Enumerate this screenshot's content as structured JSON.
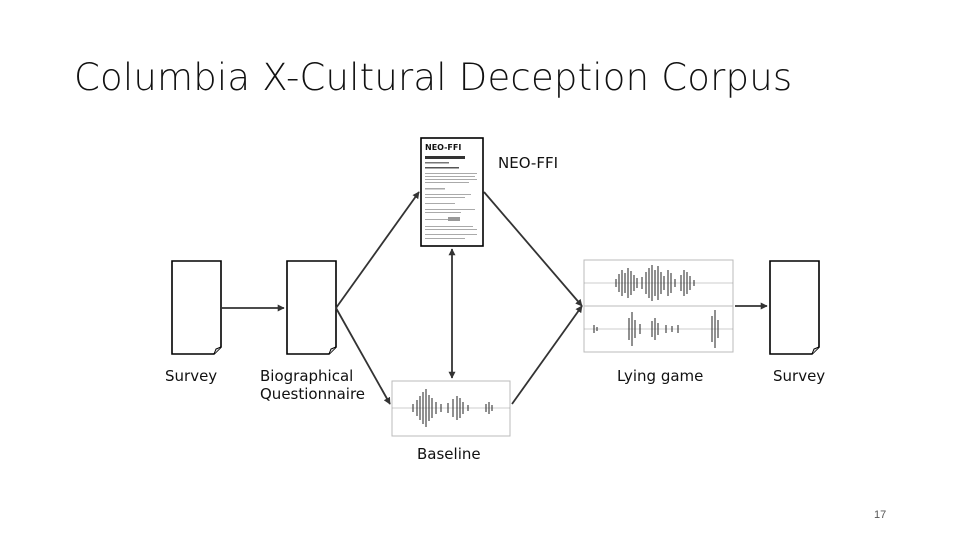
{
  "title": "Columbia X-Cultural Deception Corpus",
  "nodes": {
    "survey_left": "Survey",
    "biographical": "Biographical\nQuestionnaire",
    "neo_ffi": "NEO-FFI",
    "lying_game": "Lying game",
    "survey_right": "Survey",
    "baseline": "Baseline"
  },
  "neo_doc": {
    "heading": "NEO-FFI"
  },
  "page_number": "17"
}
